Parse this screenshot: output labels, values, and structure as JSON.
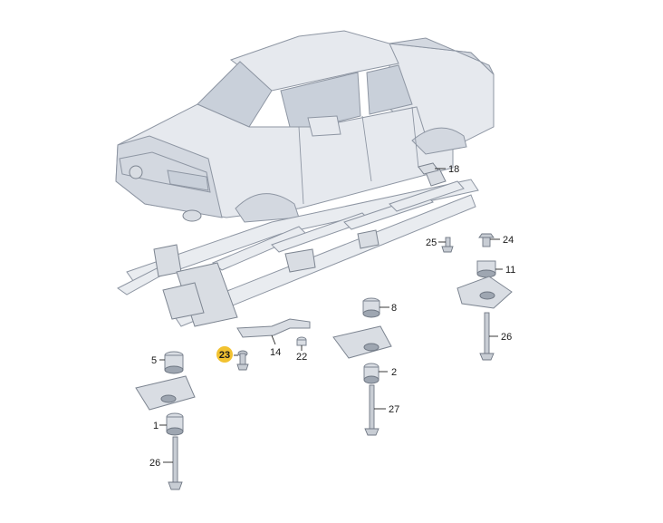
{
  "diagram": {
    "callouts": [
      {
        "id": "c18",
        "text": "18",
        "highlighted": false
      },
      {
        "id": "c24",
        "text": "24",
        "highlighted": false
      },
      {
        "id": "c25",
        "text": "25",
        "highlighted": false
      },
      {
        "id": "c11",
        "text": "11",
        "highlighted": false
      },
      {
        "id": "c8",
        "text": "8",
        "highlighted": false
      },
      {
        "id": "c26a",
        "text": "26",
        "highlighted": false
      },
      {
        "id": "c23",
        "text": "23",
        "highlighted": true
      },
      {
        "id": "c14",
        "text": "14",
        "highlighted": false
      },
      {
        "id": "c22",
        "text": "22",
        "highlighted": false
      },
      {
        "id": "c5",
        "text": "5",
        "highlighted": false
      },
      {
        "id": "c2",
        "text": "2",
        "highlighted": false
      },
      {
        "id": "c27",
        "text": "27",
        "highlighted": false
      },
      {
        "id": "c1",
        "text": "1",
        "highlighted": false
      },
      {
        "id": "c26b",
        "text": "26",
        "highlighted": false
      }
    ],
    "colors": {
      "highlight": "#f2c230",
      "line": "#222222",
      "body": "#e6e9ee",
      "outline": "#8e96a3"
    }
  }
}
